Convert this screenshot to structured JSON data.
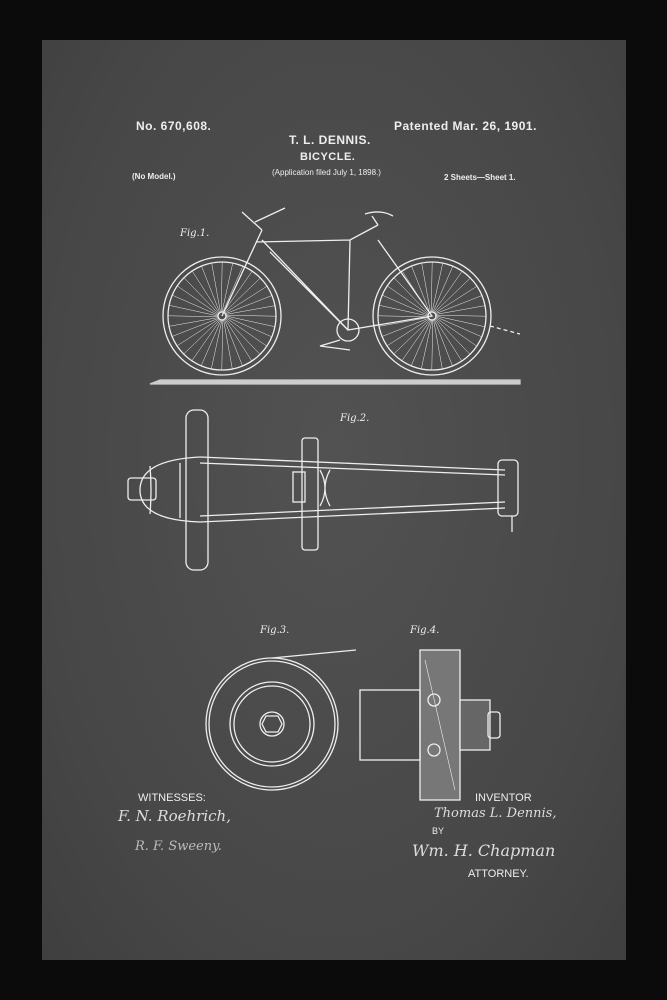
{
  "header": {
    "patent_number": "No. 670,608.",
    "inventor_name": "T. L. DENNIS.",
    "patented_date": "Patented Mar. 26, 1901.",
    "title": "BICYCLE.",
    "application_filed": "(Application filed July 1, 1898.)",
    "model_note": "(No Model.)",
    "sheets": "2 Sheets—Sheet 1."
  },
  "figures": {
    "fig1": "Fig.1.",
    "fig2": "Fig.2.",
    "fig3": "Fig.3.",
    "fig4": "Fig.4."
  },
  "footer": {
    "witnesses_label": "WITNESSES:",
    "witness1": "F. N. Roehrich,",
    "witness2": "R. F. Sweeny.",
    "inventor_label": "INVENTOR",
    "inventor_signature": "Thomas L. Dennis,",
    "by_label": "BY",
    "attorney_signature": "Wm. H. Chapman",
    "attorney_label": "ATTORNEY."
  },
  "colors": {
    "frame": "#0b0b0b",
    "board": "#4b4b4b",
    "ink": "#eeeeee"
  }
}
